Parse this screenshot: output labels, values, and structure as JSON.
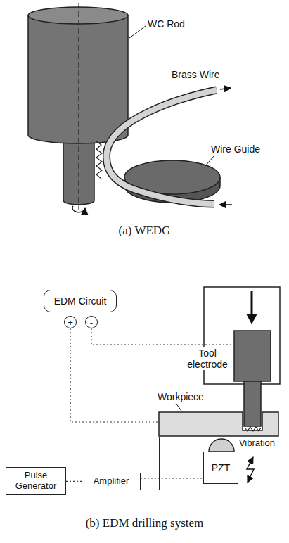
{
  "diagram": {
    "nodes": [
      {
        "text": [
          "EDM Circuit"
        ]
      },
      {
        "text": [
          "+"
        ]
      },
      {
        "text": [
          "-"
        ]
      },
      {
        "text": [
          "Pulse Generator"
        ]
      },
      {
        "text": [
          "Amplifier"
        ]
      },
      {
        "text": [
          "Vibration"
        ]
      },
      {
        "text": [
          "PZT"
        ],
        "in": 5
      }
    ],
    "edges": [
      {
        "from": 3,
        "to": 4,
        "arrow": "none"
      },
      {
        "from": 4,
        "to": 6,
        "arrow": "none"
      }
    ],
    "labels": [
      "WC Rod",
      "Brass Wire",
      "Wire Guide",
      "(a) WEDG",
      "Tool electrode",
      "Workpiece",
      "(b) EDM drilling system"
    ]
  }
}
